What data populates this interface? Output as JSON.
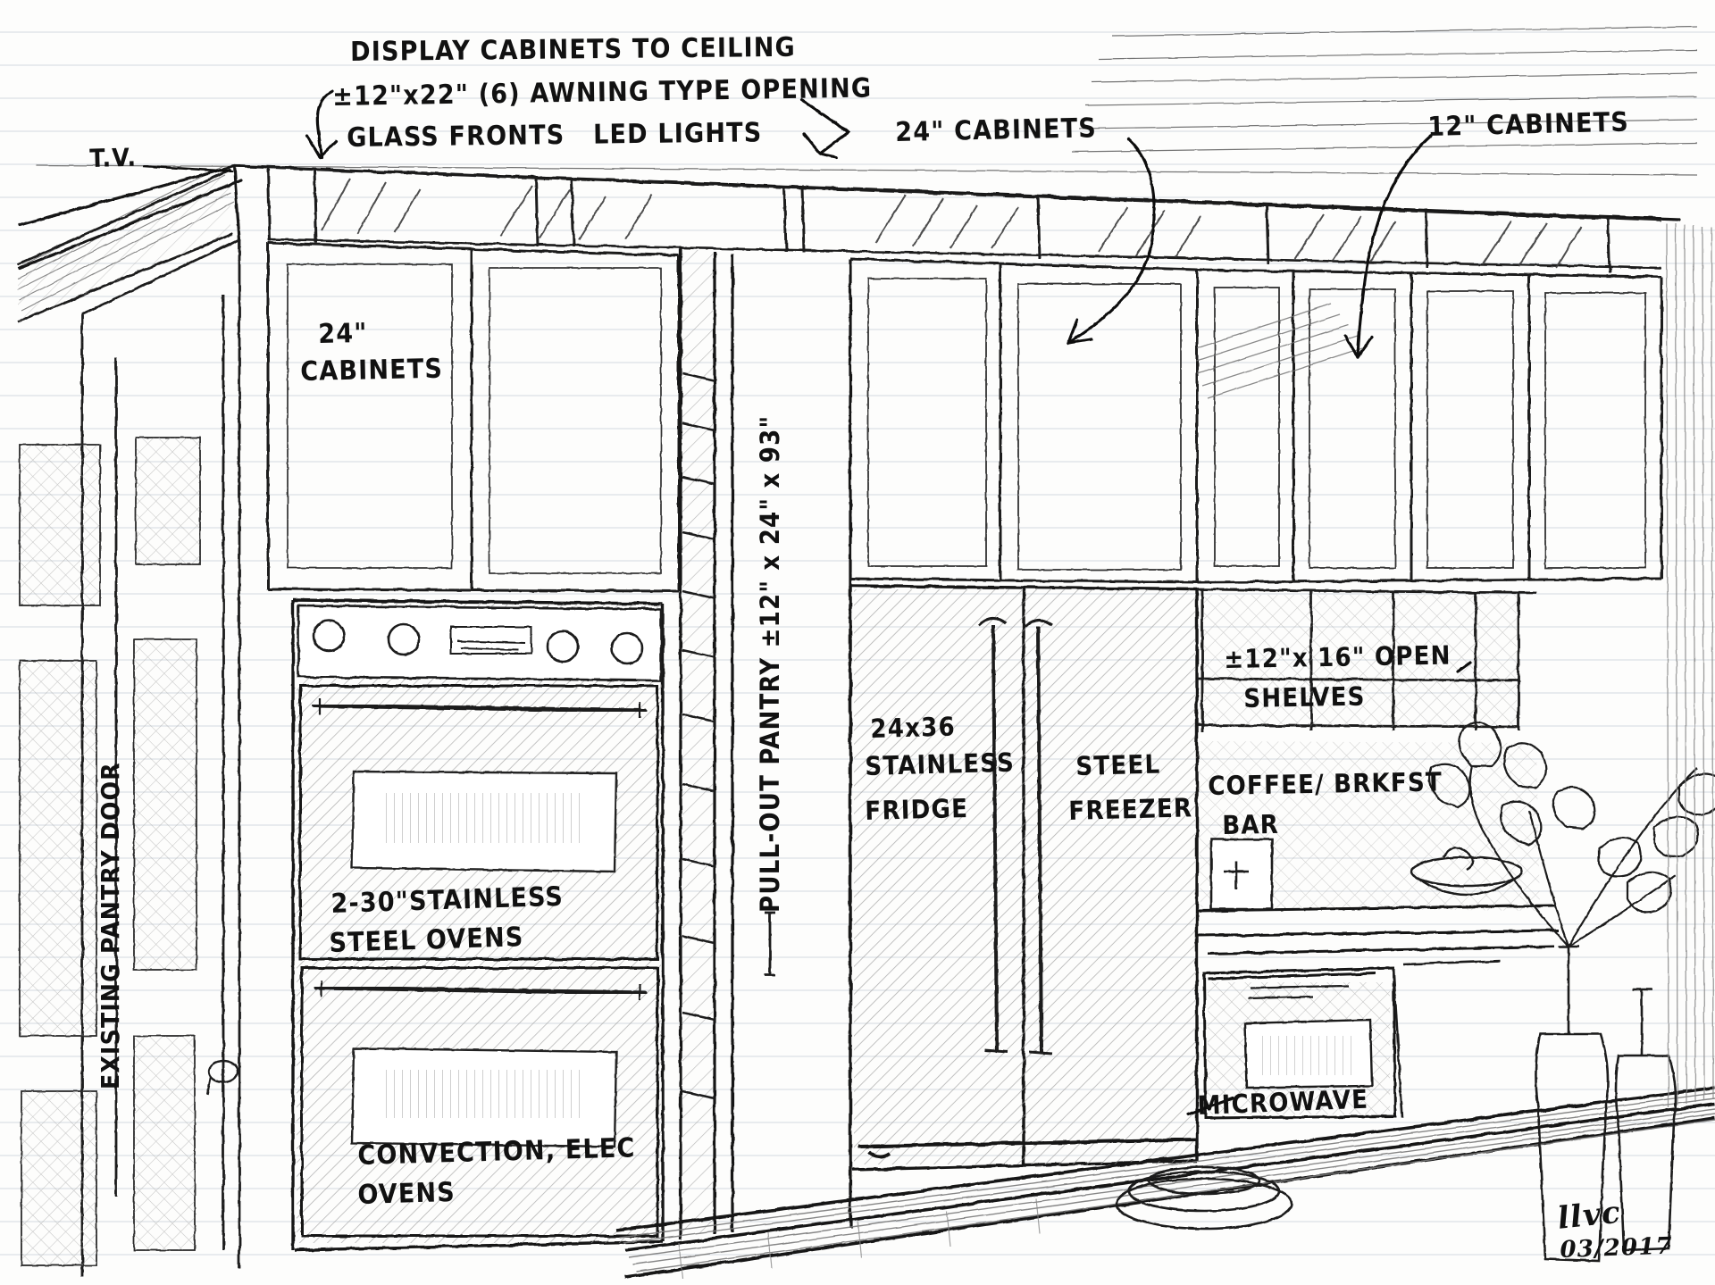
{
  "document": {
    "type": "architectural-kitchen-elevation-sketch",
    "medium": "black marker and pencil on lined paper",
    "signature": "llvc",
    "date": "03/2017"
  },
  "annotations": {
    "tv": "T.V.",
    "display_cabinets": "DISPLAY CABINETS TO CEILING",
    "awning_opening": "±12\"x22\" (6) AWNING TYPE OPENING",
    "glass_fronts": "GLASS FRONTS   LED LIGHTS",
    "cabinets_24_top": "24\" CABINETS",
    "cabinets_12_top": "12\" CABINETS",
    "cabinets_24_left_line1": "24\"",
    "cabinets_24_left_line2": "CABINETS",
    "pantry_vertical": "PULL-OUT PANTRY ±12\" x 24\" x 93\"",
    "existing_pantry_door": "EXISTING PANTRY DOOR",
    "fridge_line1": "24x36",
    "fridge_line2": "STAINLESS",
    "fridge_line3": "FRIDGE",
    "freezer_line1": "STEEL",
    "freezer_line2": "FREEZER",
    "open_shelves_line1": "±12\"x 16\" OPEN",
    "open_shelves_line2": "SHELVES",
    "coffee_bar_line1": "COFFEE/ BRKFST",
    "coffee_bar_line2": "BAR",
    "ovens_line1": "2-30\"STAINLESS",
    "ovens_line2": "STEEL OVENS",
    "convection_line1": "CONVECTION, ELEC",
    "convection_line2": "OVENS",
    "microwave": "MICROWAVE"
  },
  "colors": {
    "ink": "#111111",
    "pencil": "#555555",
    "paper": "#fdfdfc",
    "rule_line": "#c9cfd6",
    "hatch": "#8a8a8a"
  },
  "elements": {
    "upper_display_cabinets": "glass front display cabinets to ceiling",
    "wall_ovens": "two 30 inch stainless steel wall ovens stacked",
    "pantry": "tall pull-out pantry column",
    "refrigerator": "side by side stainless fridge and freezer",
    "open_shelving": "open shelves above coffee bar",
    "microwave_unit": "built-in microwave below counter",
    "countertop": "wood counter with plates and plant vases"
  }
}
